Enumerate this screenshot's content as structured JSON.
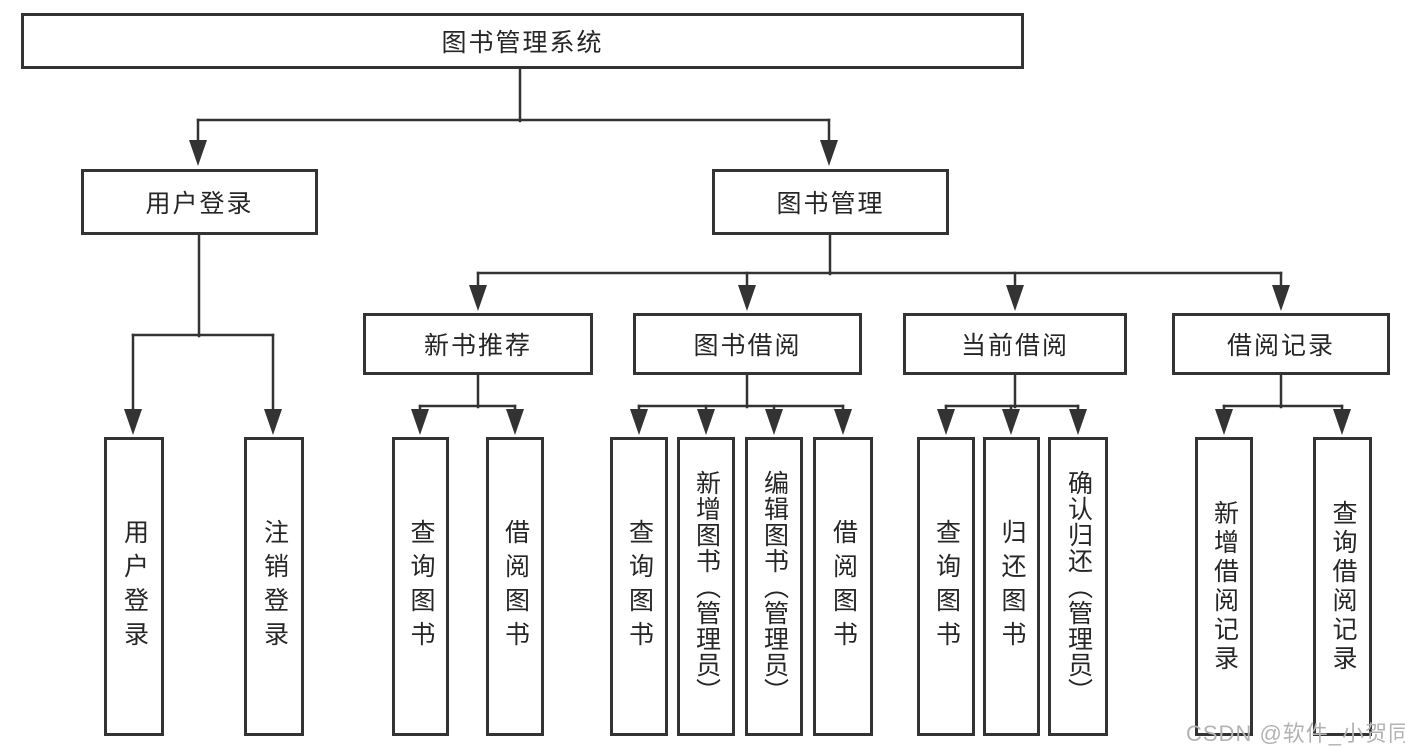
{
  "tree": {
    "root": {
      "label": "图书管理系统",
      "children": [
        {
          "label": "用户登录",
          "children": [
            {
              "label": "用户登录"
            },
            {
              "label": "注销登录"
            }
          ]
        },
        {
          "label": "图书管理",
          "children": [
            {
              "label": "新书推荐",
              "children": [
                {
                  "label": "查询图书"
                },
                {
                  "label": "借阅图书"
                }
              ]
            },
            {
              "label": "图书借阅",
              "children": [
                {
                  "label": "查询图书"
                },
                {
                  "label": "新增图书（管理员）"
                },
                {
                  "label": "编辑图书（管理员）"
                },
                {
                  "label": "借阅图书"
                }
              ]
            },
            {
              "label": "当前借阅",
              "children": [
                {
                  "label": "查询图书"
                },
                {
                  "label": "归还图书"
                },
                {
                  "label": "确认归还（管理员）"
                }
              ]
            },
            {
              "label": "借阅记录",
              "children": [
                {
                  "label": "新增借阅记录"
                },
                {
                  "label": "查询借阅记录"
                }
              ]
            }
          ]
        }
      ]
    }
  },
  "watermark": {
    "text": "CSDN @软件_小贺同学",
    "color": "#b3b3b3"
  },
  "style": {
    "line_color": "#333333",
    "box_border_color": "#333333",
    "text_color": "#262626",
    "background": "#ffffff"
  }
}
